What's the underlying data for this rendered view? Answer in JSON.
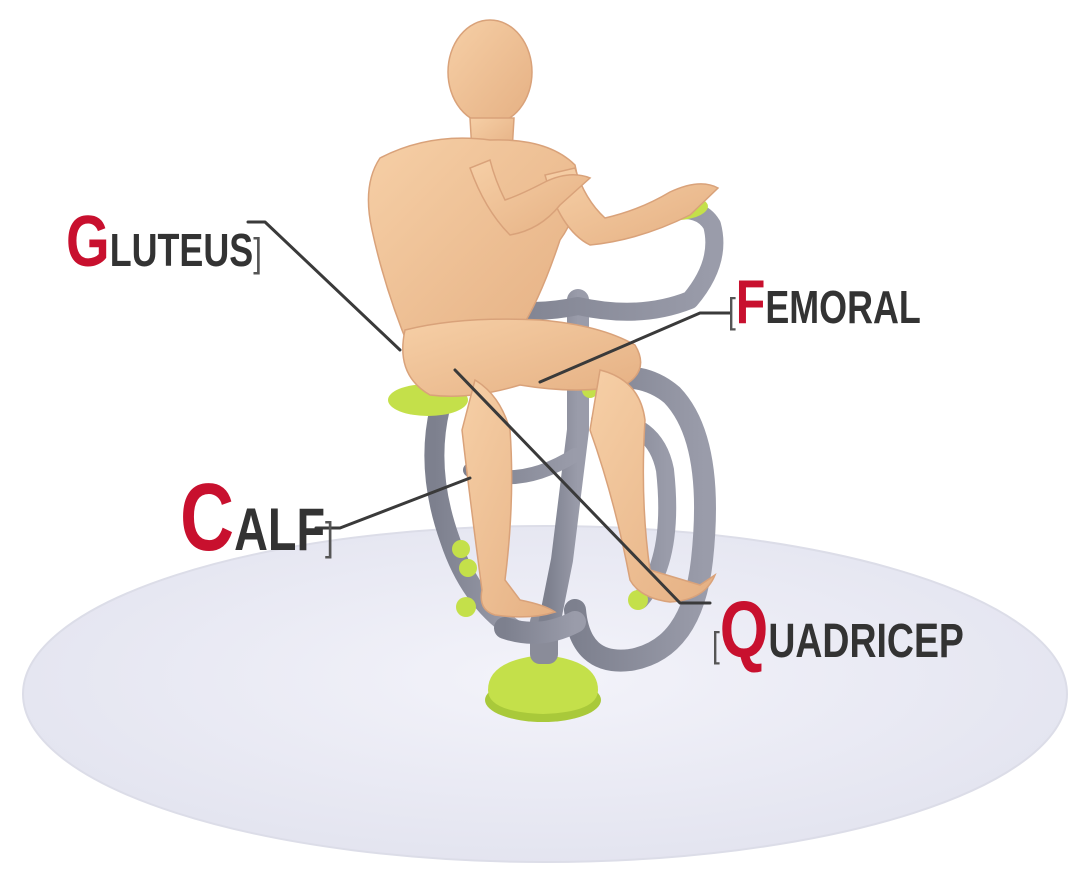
{
  "labels": {
    "gluteus": {
      "initial": "G",
      "rest": "LUTEUS"
    },
    "femoral": {
      "initial": "F",
      "rest": "EMORAL"
    },
    "calf": {
      "initial": "C",
      "rest": "ALF"
    },
    "quadricep": {
      "initial": "Q",
      "rest": "UADRICEP"
    }
  },
  "colors": {
    "accent_red": "#c8102e",
    "label_text": "#333333",
    "skin": "#f0c49a",
    "frame_gray": "#8a8c99",
    "grip_green": "#c4e04a",
    "floor": "#e9eaf4"
  }
}
